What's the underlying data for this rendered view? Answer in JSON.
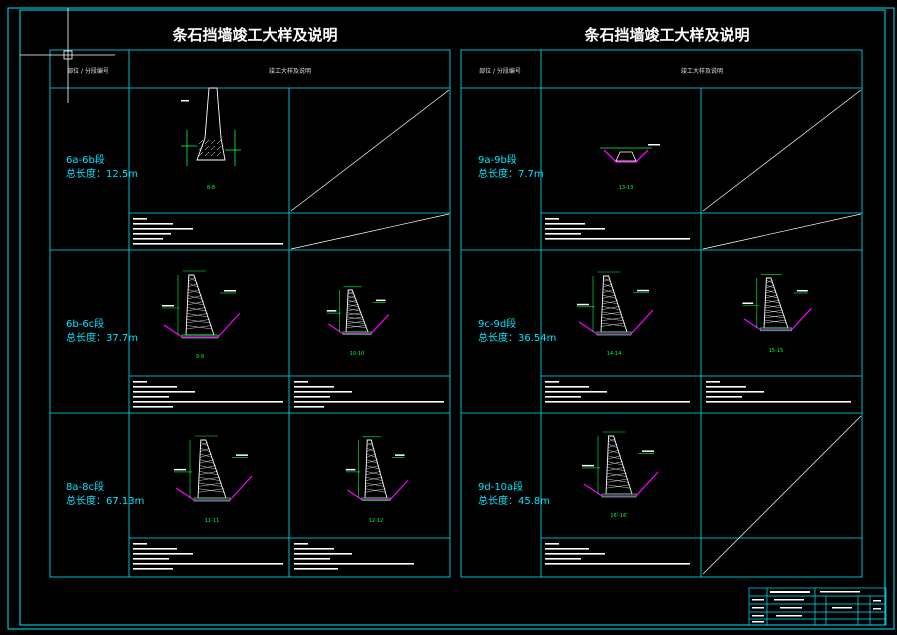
{
  "left": {
    "title": "条石挡墙竣工大样及说明",
    "headers": {
      "col1": "部位 / 分段编号",
      "col2": "竣工大样及说明"
    },
    "rows": [
      {
        "code": "6a-6b段",
        "length": "总长度：12.5m",
        "sections": [
          "8-8"
        ]
      },
      {
        "code": "6b-6c段",
        "length": "总长度：37.7m",
        "sections": [
          "9-9",
          "10-10"
        ]
      },
      {
        "code": "8a-8c段",
        "length": "总长度：67.13m",
        "sections": [
          "11-11",
          "12-12"
        ]
      }
    ]
  },
  "right": {
    "title": "条石挡墙竣工大样及说明",
    "headers": {
      "col1": "部位 / 分段编号",
      "col2": "竣工大样及说明"
    },
    "rows": [
      {
        "code": "9a-9b段",
        "length": "总长度：7.7m",
        "sections": [
          "13-13"
        ]
      },
      {
        "code": "9c-9d段",
        "length": "总长度：36.54m",
        "sections": [
          "14-14",
          "15-15"
        ]
      },
      {
        "code": "9d-10a段",
        "length": "总长度：45.8m",
        "sections": [
          "16'-16'"
        ]
      }
    ]
  },
  "colors": {
    "frame": "#00e5ff",
    "grid": "#00e5ff",
    "wall": "#ffffff",
    "green": "#00ff44",
    "magenta": "#ff00ff",
    "white": "#ffffff"
  }
}
